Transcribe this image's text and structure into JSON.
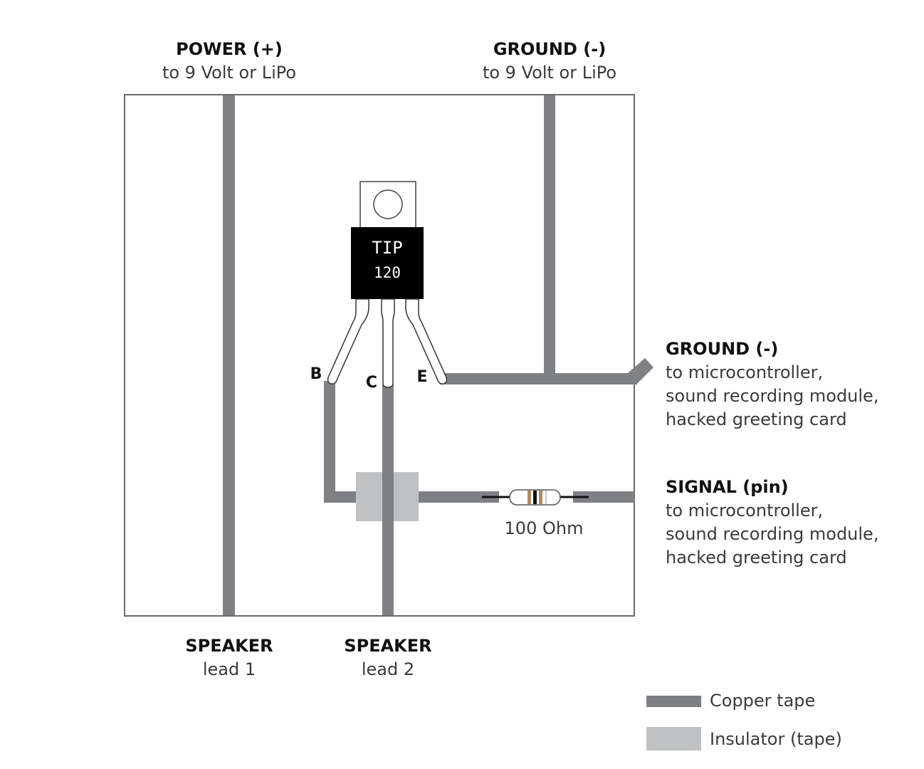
{
  "title": "TIP120 speaker driver circuit on copper tape",
  "colors": {
    "copper": "#7f8083",
    "insulator": "#c0c1c2",
    "board_outline": "#6b6b6b",
    "chip_body": "#000000",
    "resistor_band_brown": "#b08a63",
    "resistor_band_black": "#111111"
  },
  "top_labels": {
    "power": {
      "title": "POWER (+)",
      "sub": "to 9 Volt or LiPo"
    },
    "ground": {
      "title": "GROUND (-)",
      "sub": "to 9 Volt or LiPo"
    }
  },
  "transistor": {
    "line1": "TIP",
    "line2": "120",
    "pins": {
      "base": "B",
      "collector": "C",
      "emitter": "E"
    }
  },
  "resistor": {
    "label": "100 Ohm"
  },
  "right_labels": {
    "ground": {
      "title": "GROUND (-)",
      "lines": [
        "to microcontroller,",
        "sound recording module,",
        "hacked greeting card"
      ]
    },
    "signal": {
      "title": "SIGNAL (pin)",
      "lines": [
        "to microcontroller,",
        "sound recording module,",
        "hacked greeting card"
      ]
    }
  },
  "bottom_labels": {
    "speaker1": {
      "title": "SPEAKER",
      "sub": "lead 1"
    },
    "speaker2": {
      "title": "SPEAKER",
      "sub": "lead 2"
    }
  },
  "legend": {
    "items": [
      {
        "name": "Copper tape"
      },
      {
        "name": "Insulator (tape)"
      }
    ]
  }
}
